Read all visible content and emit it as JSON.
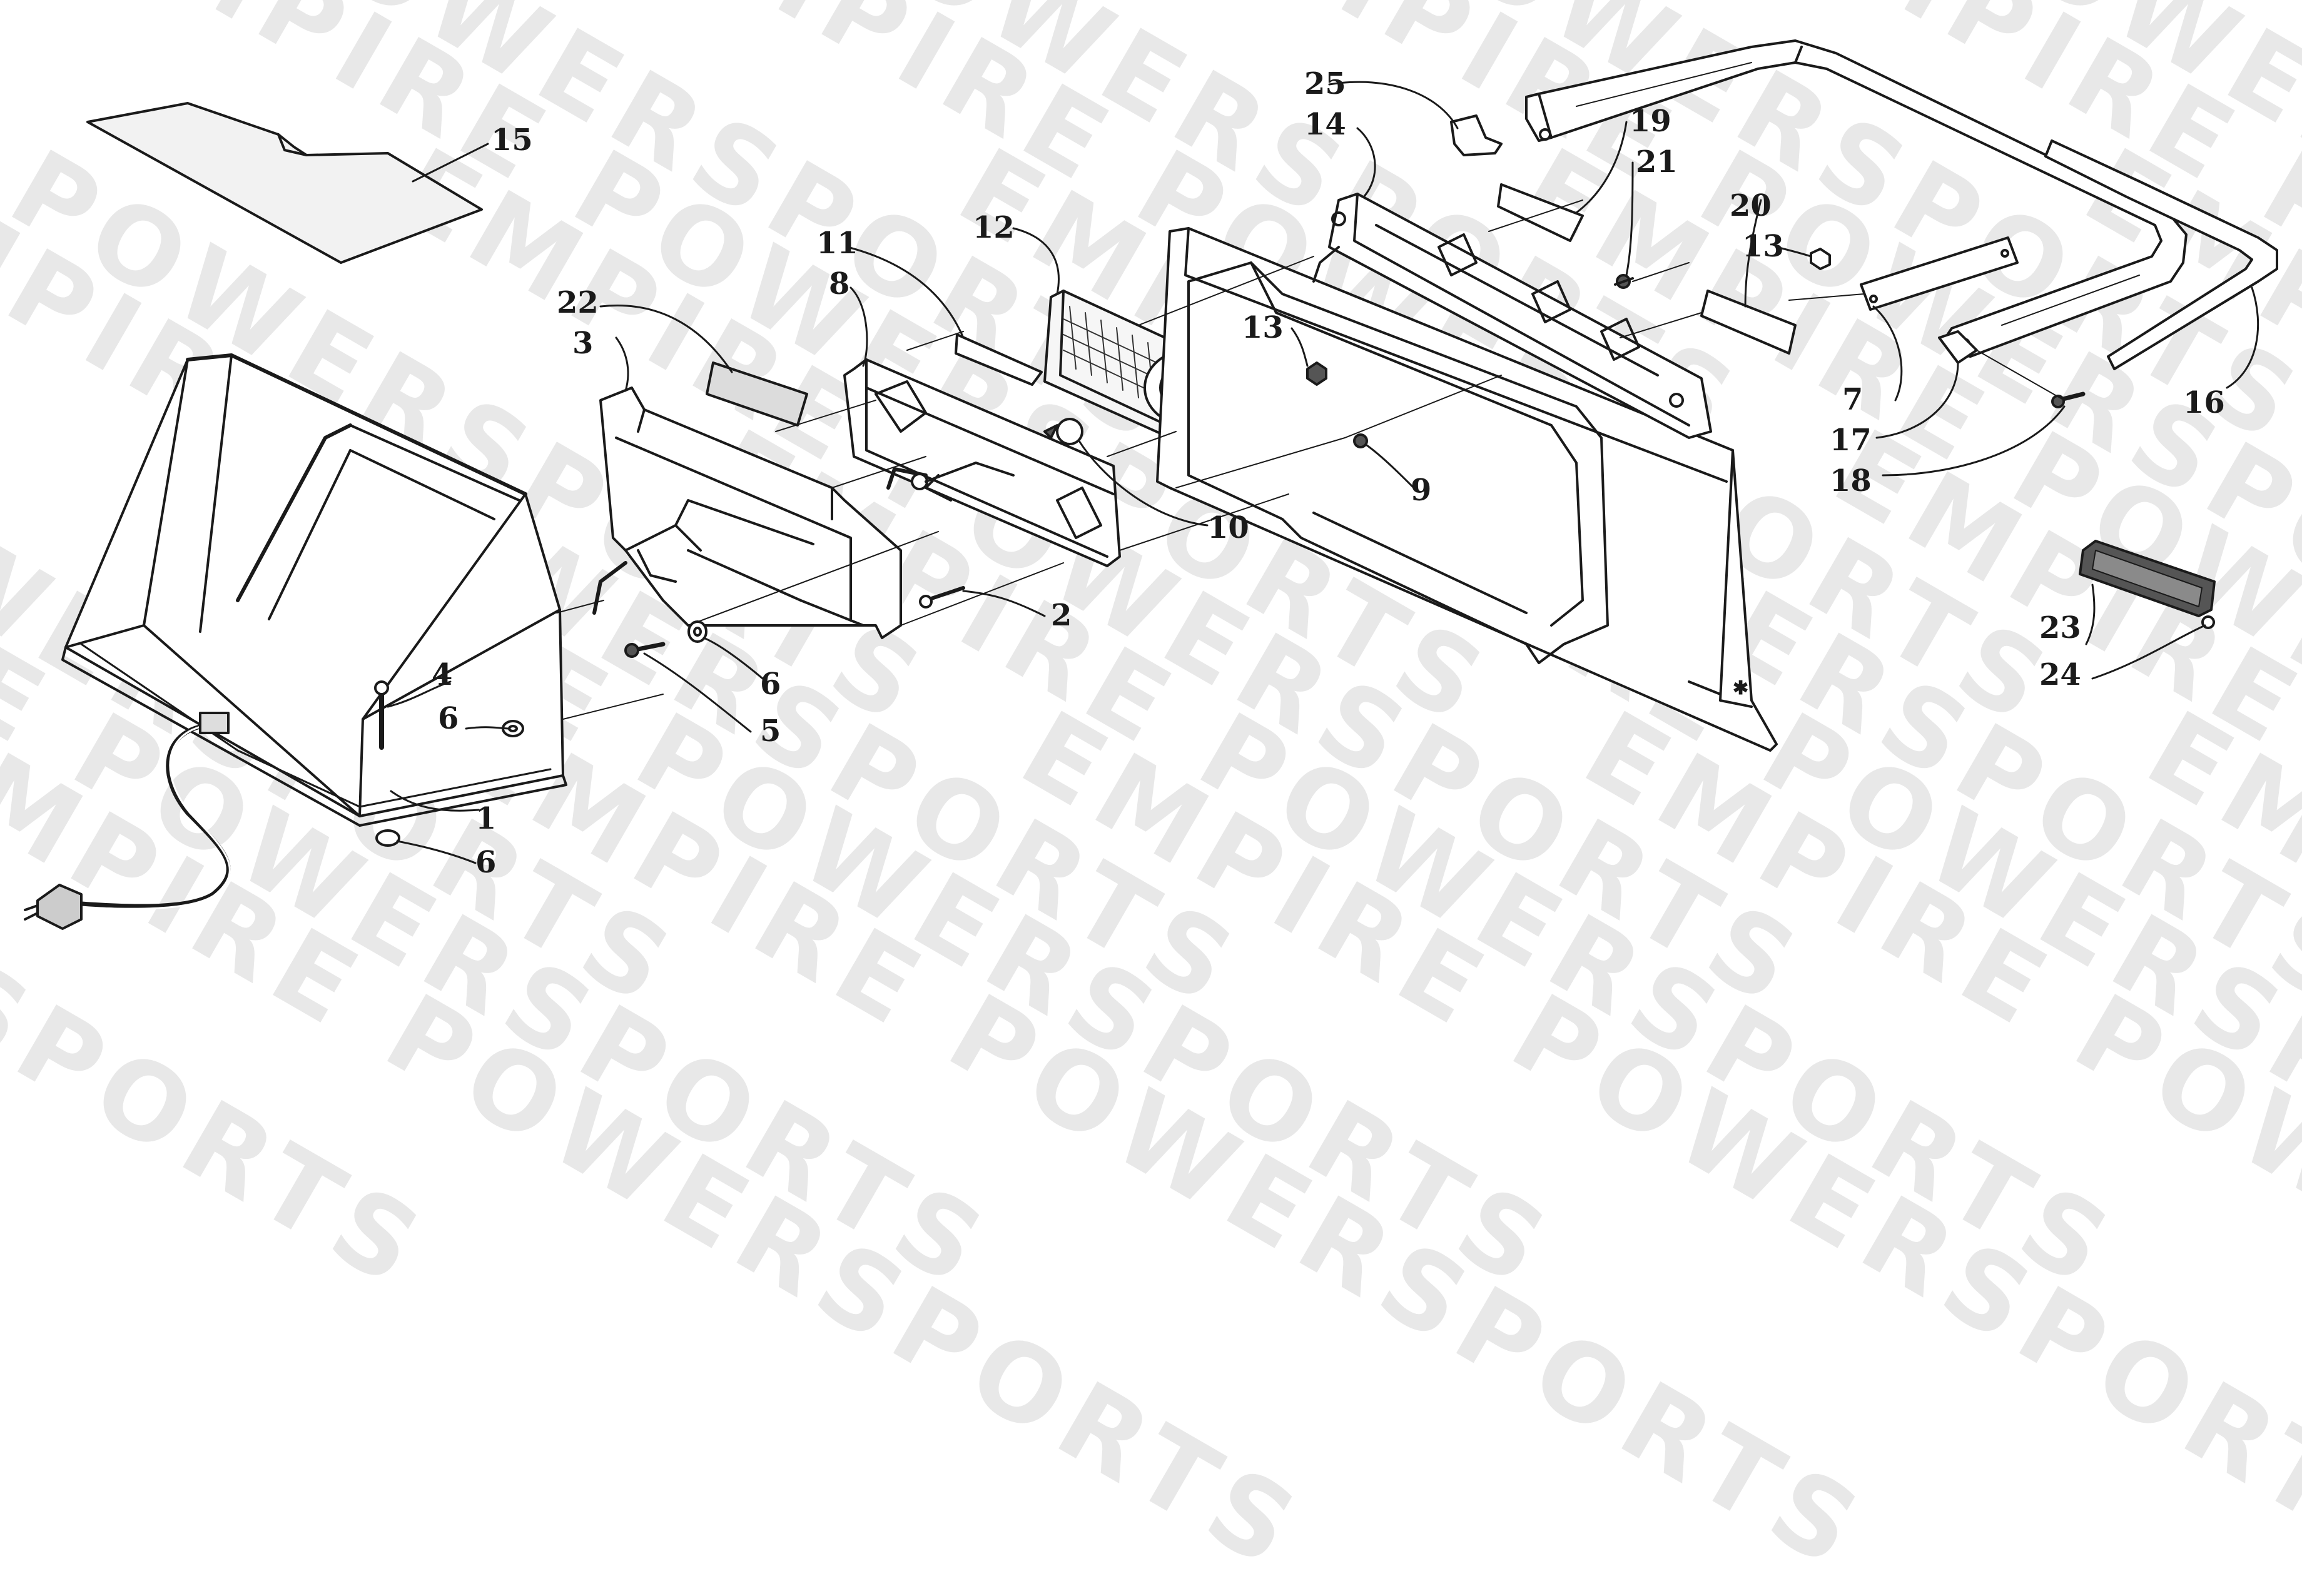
{
  "watermark": {
    "text": "EMPIRE POWERSPORTS"
  },
  "diagram": {
    "colors": {
      "ink": "#1a1a1a",
      "paper": "#ffffff",
      "shade": "#e9e9e9",
      "dark": "#555555"
    },
    "callouts": [
      {
        "id": "15",
        "text": "15"
      },
      {
        "id": "22",
        "text": "22"
      },
      {
        "id": "3",
        "text": "3"
      },
      {
        "id": "11",
        "text": "11"
      },
      {
        "id": "8",
        "text": "8"
      },
      {
        "id": "12",
        "text": "12"
      },
      {
        "id": "25",
        "text": "25"
      },
      {
        "id": "14",
        "text": "14"
      },
      {
        "id": "19",
        "text": "19"
      },
      {
        "id": "21",
        "text": "21"
      },
      {
        "id": "20",
        "text": "20"
      },
      {
        "id": "13a",
        "text": "13"
      },
      {
        "id": "13b",
        "text": "13"
      },
      {
        "id": "7",
        "text": "7"
      },
      {
        "id": "17",
        "text": "17"
      },
      {
        "id": "18",
        "text": "18"
      },
      {
        "id": "16",
        "text": "16"
      },
      {
        "id": "9",
        "text": "9"
      },
      {
        "id": "10",
        "text": "10"
      },
      {
        "id": "2",
        "text": "2"
      },
      {
        "id": "6a",
        "text": "6"
      },
      {
        "id": "5",
        "text": "5"
      },
      {
        "id": "4",
        "text": "4"
      },
      {
        "id": "6b",
        "text": "6"
      },
      {
        "id": "1",
        "text": "1"
      },
      {
        "id": "6c",
        "text": "6"
      },
      {
        "id": "23",
        "text": "23"
      },
      {
        "id": "24",
        "text": "24"
      }
    ]
  }
}
